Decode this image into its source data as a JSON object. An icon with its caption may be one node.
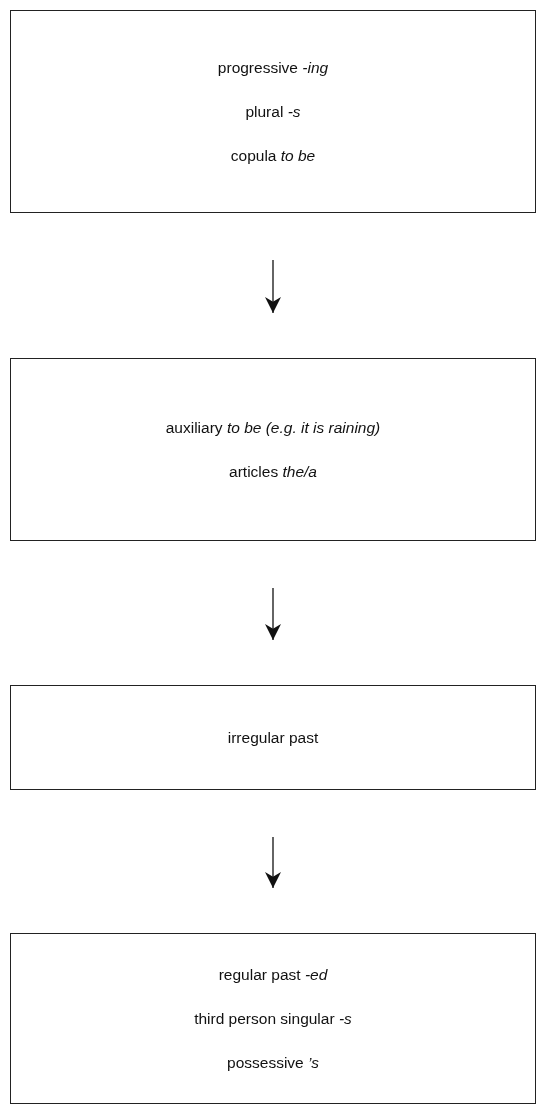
{
  "diagram": {
    "nodes": [
      {
        "text": [
          "progressive *-ing*",
          "plural *-s*",
          "copula *to be*"
        ]
      },
      {
        "text": [
          "auxiliary *to be (e.g. it is raining)*",
          "articles *the/a*"
        ]
      },
      {
        "text": [
          "irregular past"
        ]
      },
      {
        "text": [
          "regular past *-ed*",
          "third person singular *-s*",
          "possessive *’s*"
        ]
      }
    ],
    "edges": [
      {
        "from": 0,
        "to": 1,
        "arrow": "to"
      },
      {
        "from": 1,
        "to": 2,
        "arrow": "to"
      },
      {
        "from": 2,
        "to": 3,
        "arrow": "to"
      }
    ]
  }
}
